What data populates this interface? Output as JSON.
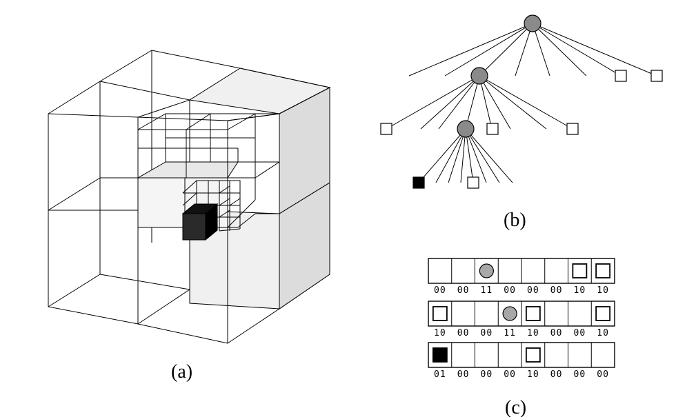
{
  "captions": {
    "a": "(a)",
    "b": "(b)",
    "c": "(c)"
  },
  "colors": {
    "shade_light": "#f0f0f0",
    "shade_mid": "#dcdcdc",
    "black_cube": "#2a2a2a",
    "inner_node": "#8a8a8a",
    "code_node": "#a8a8a8"
  },
  "tree": {
    "node_types": [
      "internal",
      "empty-leaf",
      "full-leaf"
    ]
  },
  "codes": {
    "row1": [
      "00",
      "00",
      "11",
      "00",
      "00",
      "00",
      "10",
      "10"
    ],
    "row2": [
      "10",
      "00",
      "00",
      "11",
      "10",
      "00",
      "00",
      "10"
    ],
    "row3": [
      "01",
      "00",
      "00",
      "00",
      "10",
      "00",
      "00",
      "00"
    ]
  },
  "cells": {
    "row1": [
      "empty",
      "empty",
      "node",
      "empty",
      "empty",
      "empty",
      "leaf",
      "leaf"
    ],
    "row2": [
      "leaf",
      "empty",
      "empty",
      "node",
      "leaf",
      "empty",
      "empty",
      "leaf"
    ],
    "row3": [
      "full",
      "empty",
      "empty",
      "empty",
      "leaf",
      "empty",
      "empty",
      "empty"
    ]
  }
}
